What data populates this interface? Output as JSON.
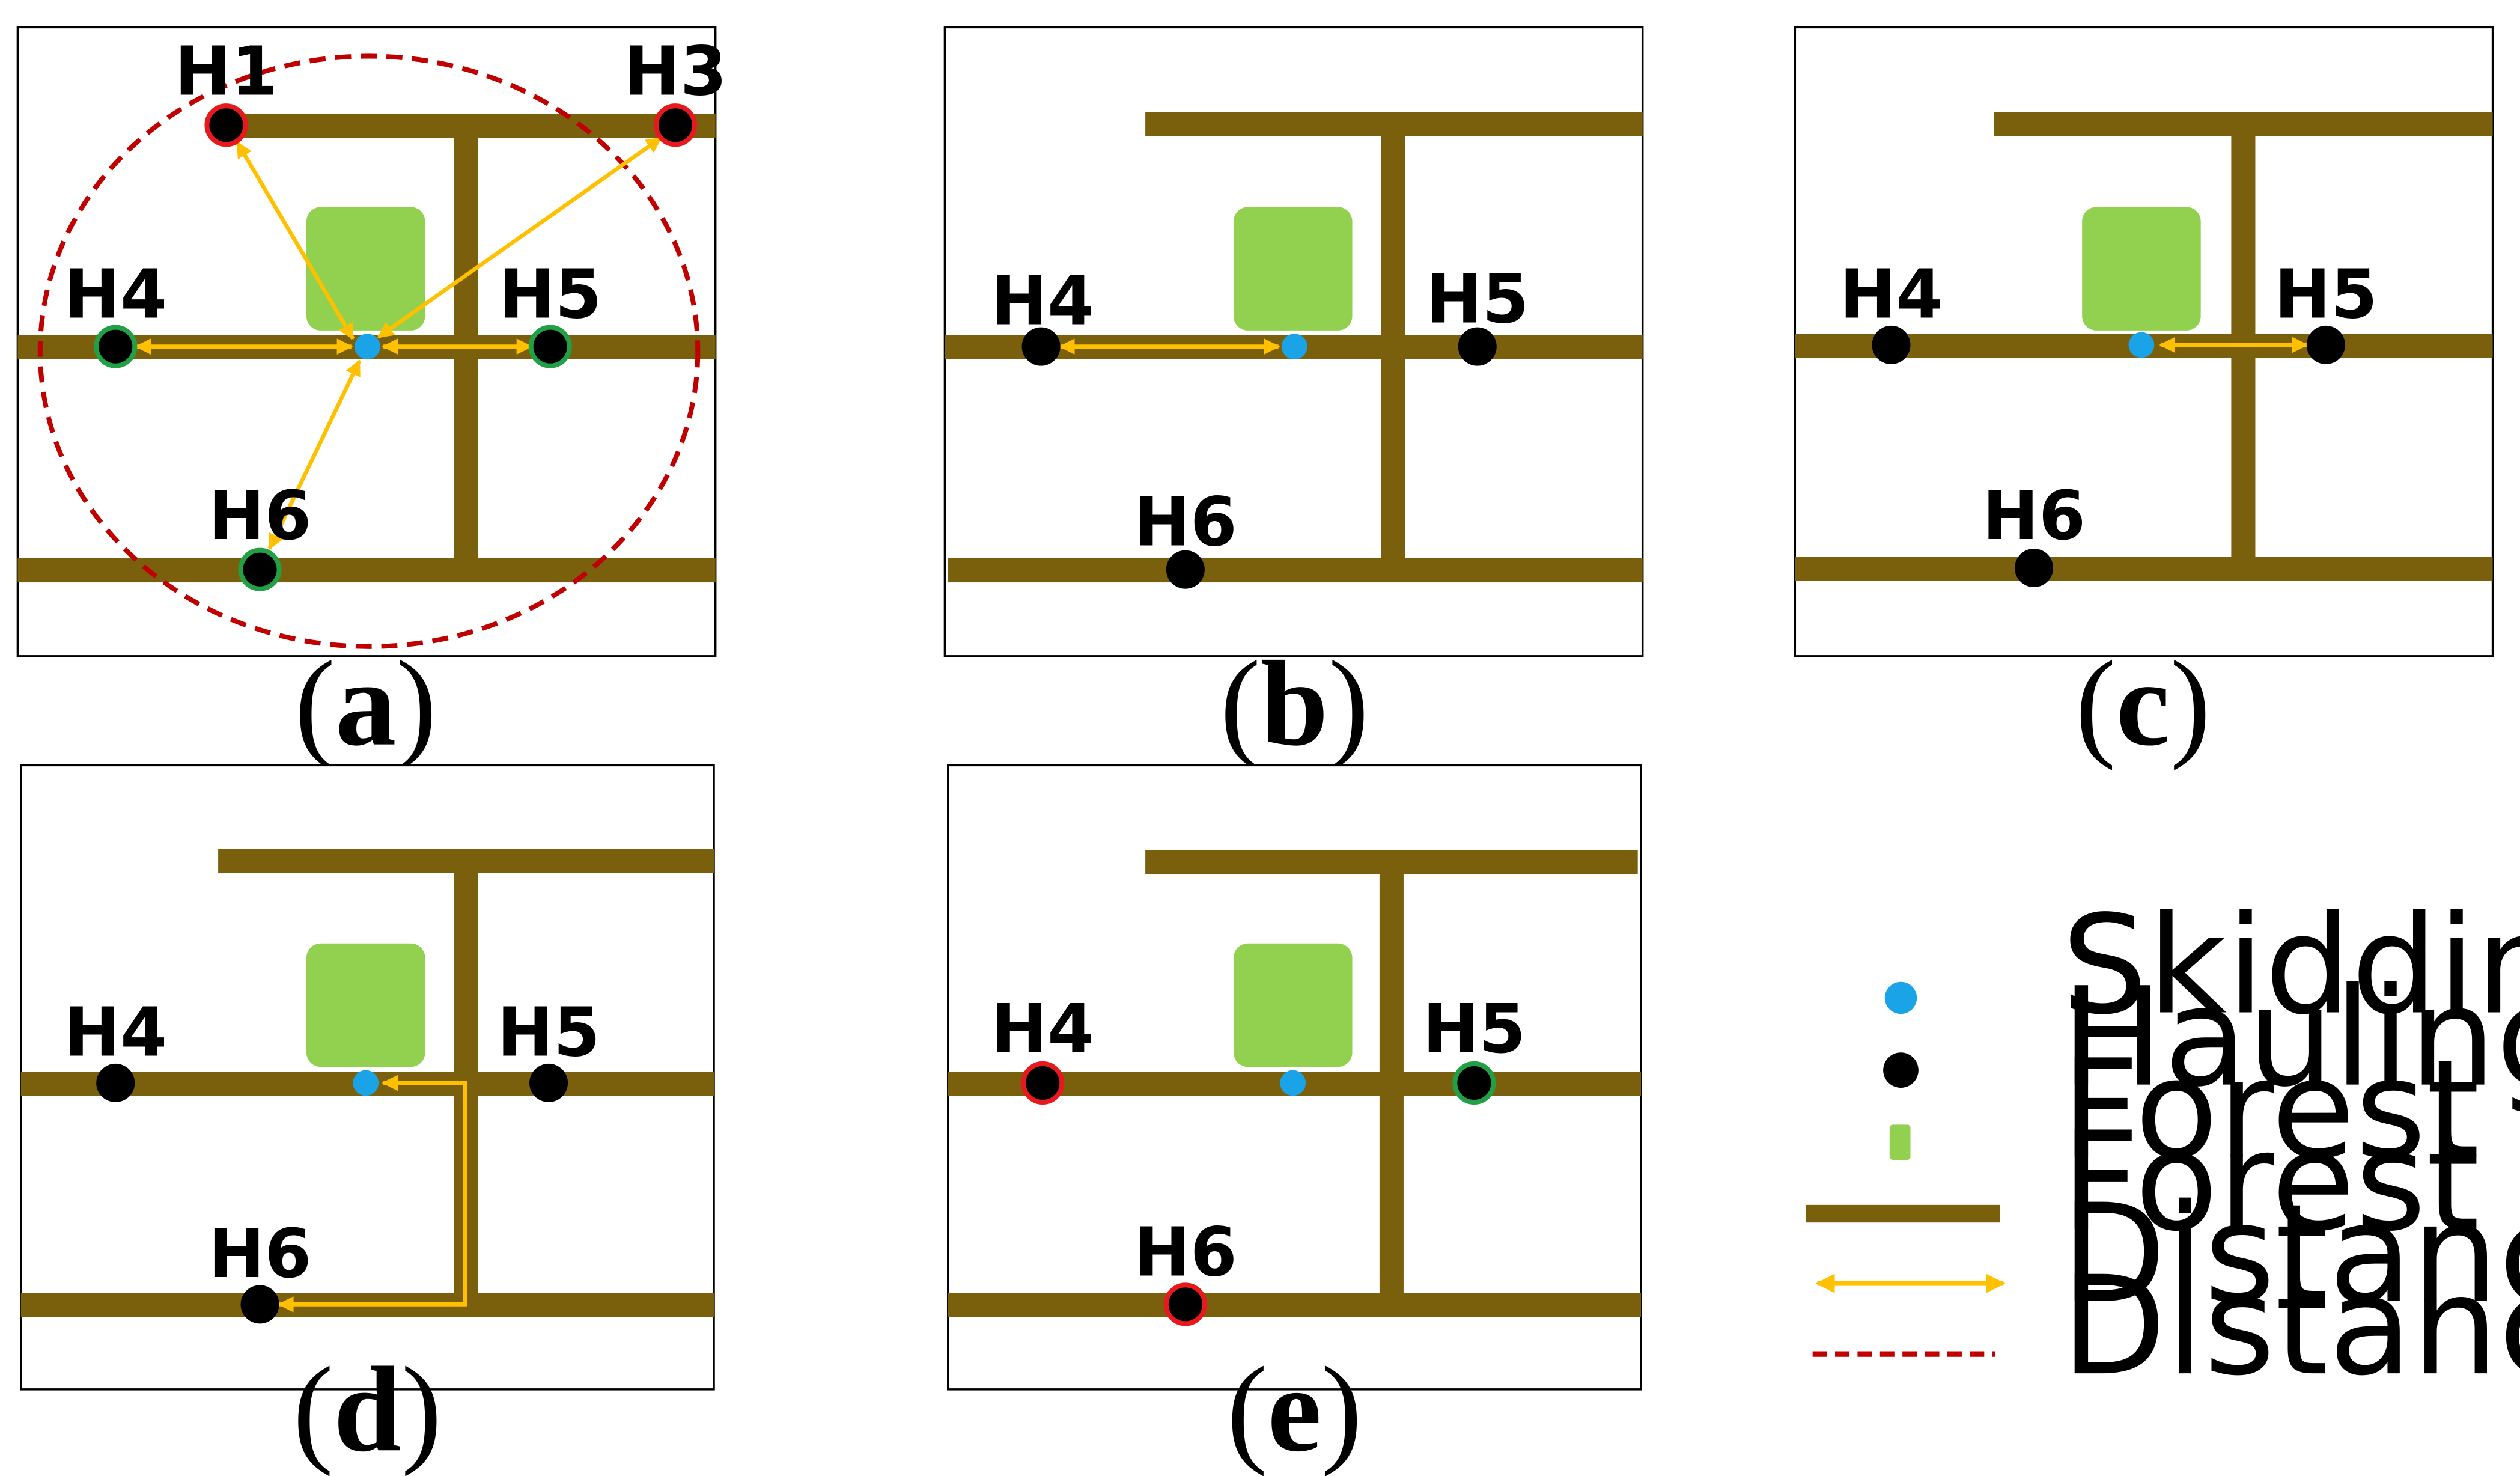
{
  "colors": {
    "road": "#7a5f0c",
    "forest_stand": "#92d050",
    "skidding_place": "#1ba3e8",
    "hauling_place": "#000000",
    "distance_analysis": "#ffc000",
    "distance_limit": "#c00000",
    "selected_ring": "#21a045",
    "rejected_ring": "#e8191c"
  },
  "panels": [
    {
      "id": "a",
      "caption_letter": "a",
      "labels": {
        "h1": "H1",
        "h3": "H3",
        "h4": "H4",
        "h5": "H5",
        "h6": "H6"
      }
    },
    {
      "id": "b",
      "caption_letter": "b",
      "labels": {
        "h4": "H4",
        "h5": "H5",
        "h6": "H6"
      }
    },
    {
      "id": "c",
      "caption_letter": "c",
      "labels": {
        "h4": "H4",
        "h5": "H5",
        "h6": "H6"
      }
    },
    {
      "id": "d",
      "caption_letter": "d",
      "labels": {
        "h4": "H4",
        "h5": "H5",
        "h6": "H6"
      }
    },
    {
      "id": "e",
      "caption_letter": "e",
      "labels": {
        "h4": "H4",
        "h5": "H5",
        "h6": "H6"
      }
    }
  ],
  "legend": {
    "skidding_place": "Skidding Place",
    "hauling_place": "Hauling Place",
    "forest_stand": "Forest Stand",
    "forest_road": "Forest Road",
    "distance_analysis": "Distance Analysis",
    "distance_limit": "Distance Limit"
  }
}
